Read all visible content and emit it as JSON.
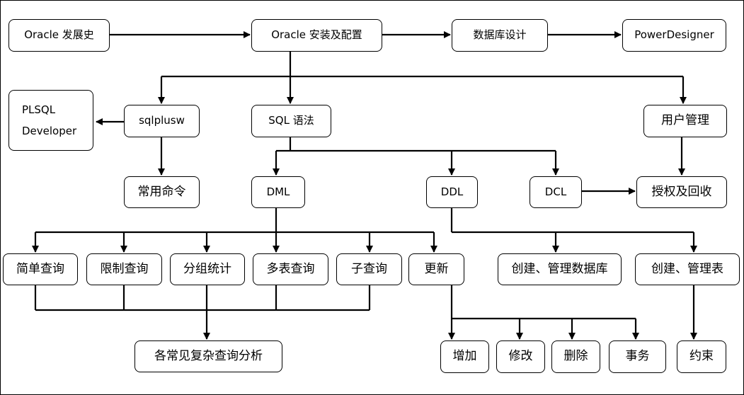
{
  "nodes": {
    "oracle_history": "Oracle 发展史",
    "oracle_install": "Oracle 安装及配置",
    "db_design": "数据库设计",
    "powerdesigner": "PowerDesigner",
    "plsql_line1": "PLSQL",
    "plsql_line2": "Developer",
    "sqlplusw": "sqlplusw",
    "sql_syntax": "SQL 语法",
    "user_mgmt": "用户管理",
    "common_cmds": "常用命令",
    "dml": "DML",
    "ddl": "DDL",
    "dcl": "DCL",
    "grant_revoke": "授权及回收",
    "simple_query": "简单查询",
    "limit_query": "限制查询",
    "group_stats": "分组统计",
    "multi_table_query": "多表查询",
    "sub_query": "子查询",
    "update": "更新",
    "create_manage_db": "创建、管理数据库",
    "create_manage_table": "创建、管理表",
    "complex_query_analysis": "各常见复杂查询分析",
    "insert": "增加",
    "modify": "修改",
    "delete": "删除",
    "transaction": "事务",
    "constraint": "约束"
  },
  "colors": {
    "line": "#000000",
    "box_border": "#000000",
    "background": "#ffffff"
  }
}
